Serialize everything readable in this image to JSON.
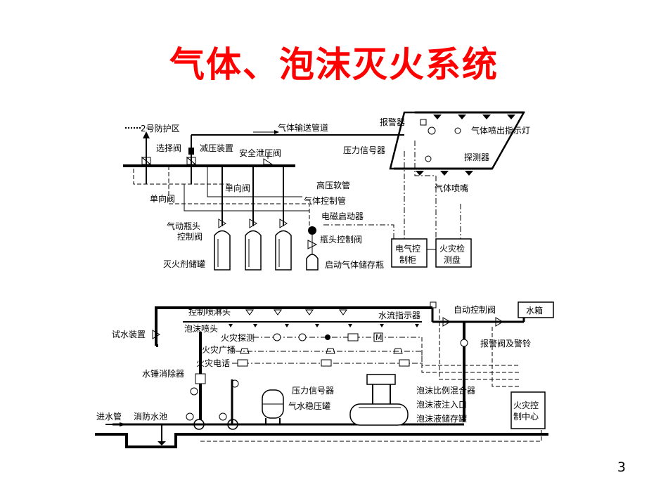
{
  "slide": {
    "title": "气体、泡沫灭火系统",
    "page_number": "3"
  },
  "gas_system": {
    "labels": {
      "zone2": "2号防护区",
      "select_valve": "选择阀",
      "pressure_reducer": "减压装置",
      "gas_pipe": "气体输送管道",
      "safety_valve": "安全泄压阀",
      "alarm": "报警器",
      "nozzle_indicator": "气体喷出指示灯",
      "pressure_signal": "压力信号器",
      "detector": "探测器",
      "check_valve_left": "单向阀",
      "check_valve_mid": "单向阀",
      "high_pressure_hose": "高压软管",
      "gas_nozzle": "气体喷嘴",
      "gas_control_pipe": "气体控制管",
      "solenoid_starter": "电磁启动器",
      "bottle_head_ctrl_1": "气动瓶头",
      "bottle_head_ctrl_2": "控制阀",
      "bottle_ctrl_valve": "瓶头控制阀",
      "agent_tank": "灭火剂储罐",
      "start_gas_bottle": "启动气体储存瓶",
      "electric_cabinet_1": "电气控",
      "electric_cabinet_2": "制柜",
      "fire_panel_1": "火灾检",
      "fire_panel_2": "测盘"
    }
  },
  "foam_system": {
    "labels": {
      "sprinkler": "控制喷淋头",
      "flow_indicator": "水流指示器",
      "auto_valve": "自动控制阀",
      "water_tank": "水箱",
      "test_device": "试水装置",
      "foam_nozzle": "泡沫喷头",
      "fire_detect": "火灾探测",
      "alarm_valve": "报警阀及警铃",
      "broadcast": "火灾广播",
      "phone": "火灾电话",
      "hammer": "水锤消除器",
      "pressure_signal": "压力信号器",
      "foam_mixer": "泡沫比例混合器",
      "foam_inlet": "泡沫液注入口",
      "pressure_tank": "气水稳压罐",
      "foam_storage": "泡沫液储存罐",
      "inlet_pipe": "进水管",
      "pool": "消防水池",
      "center_1": "火灾控",
      "center_2": "制中心",
      "meter_m": "M"
    }
  }
}
